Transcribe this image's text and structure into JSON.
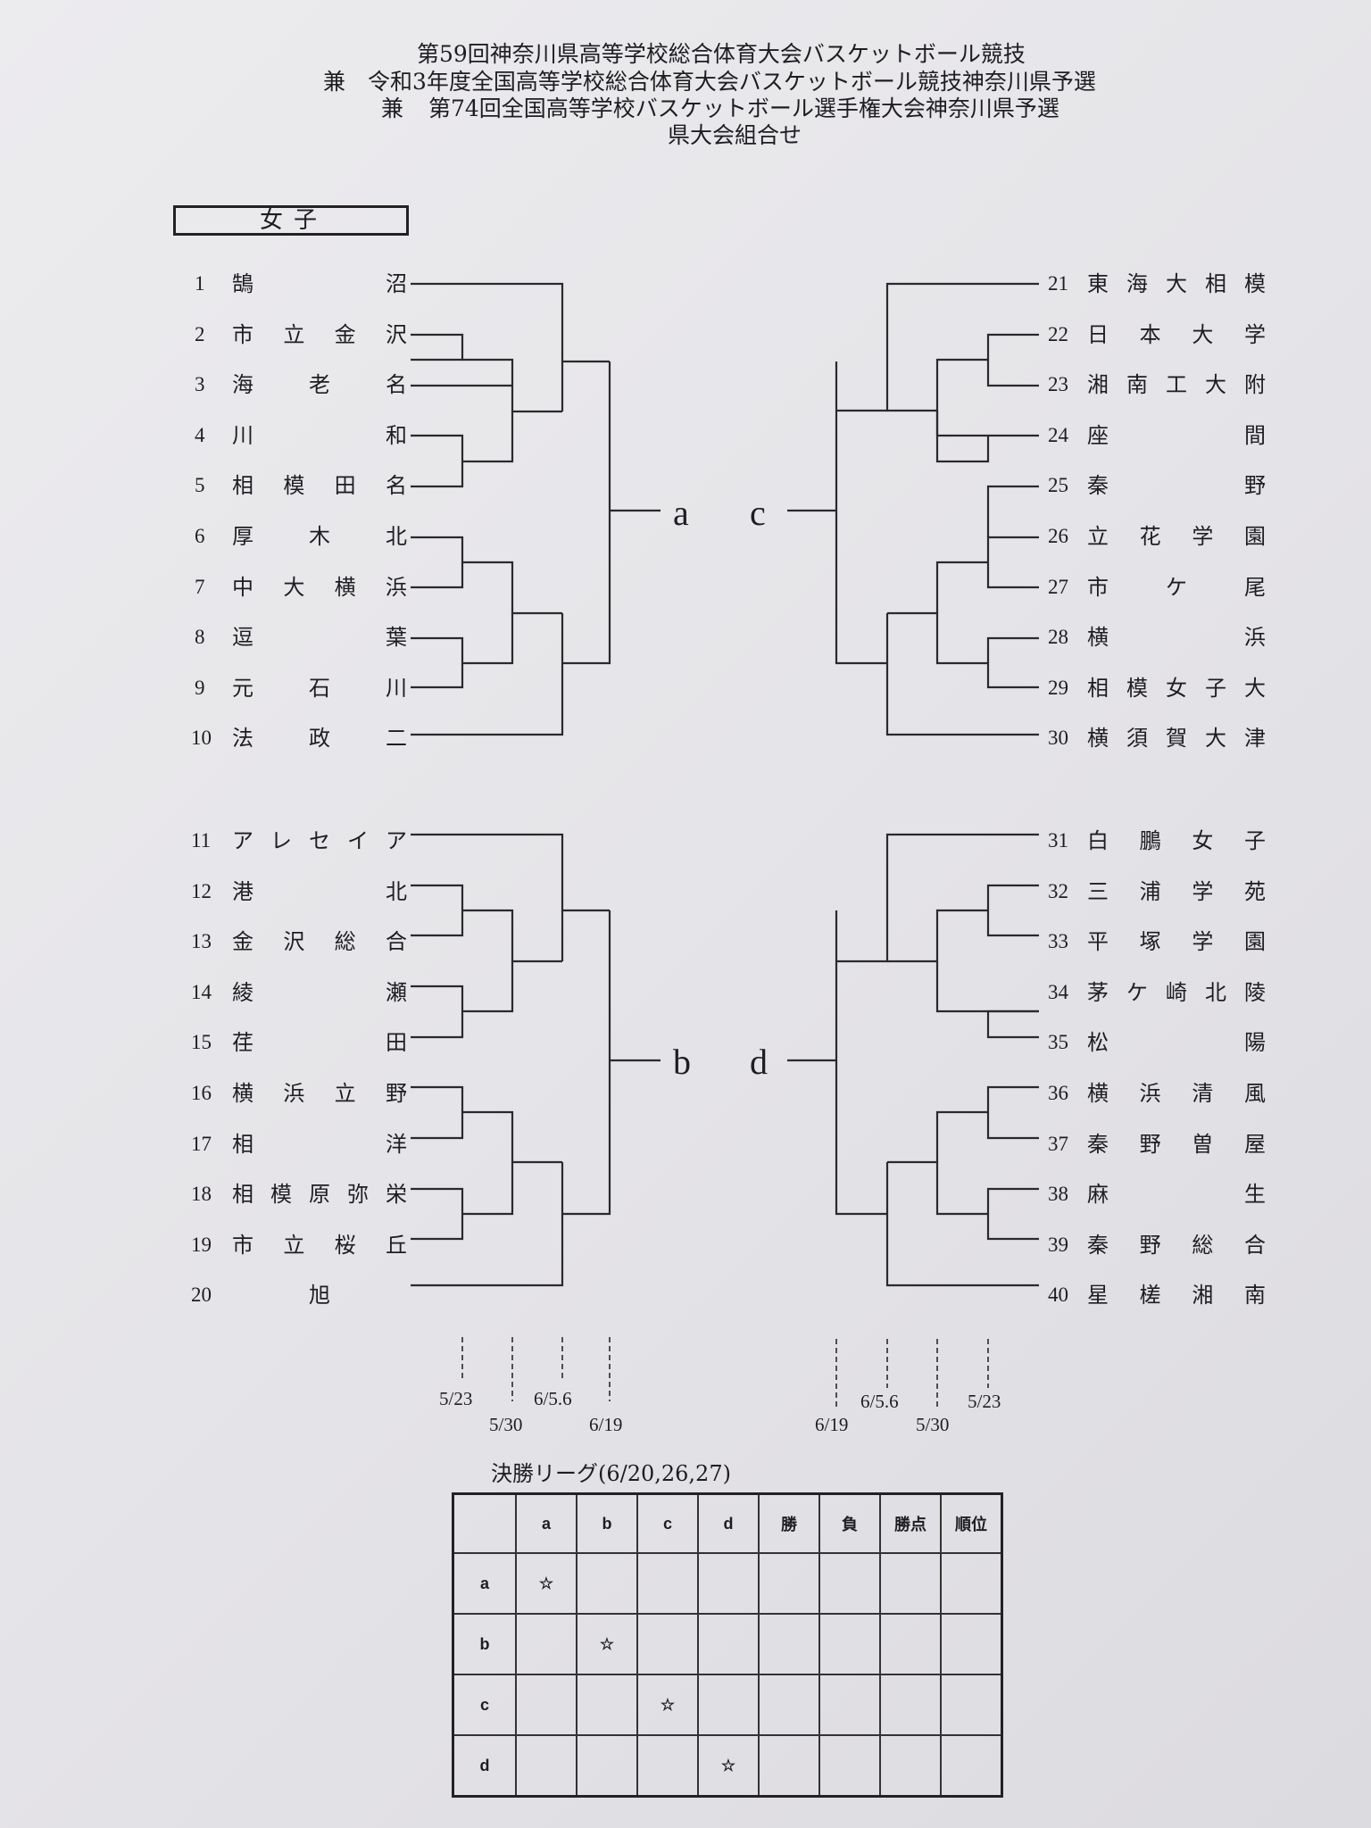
{
  "header": {
    "line1": "第59回神奈川県高等学校総合体育大会バスケットボール競技",
    "line2_prefix": "兼",
    "line2": "令和3年度全国高等学校総合体育大会バスケットボール競技神奈川県予選",
    "line3_prefix": "兼",
    "line3": "第74回全国高等学校バスケットボール選手権大会神奈川県予選",
    "line4": "県大会組合せ"
  },
  "category_label": "女子",
  "groups": {
    "a": "a",
    "b": "b",
    "c": "c",
    "d": "d"
  },
  "teams": [
    {
      "num": "1",
      "name": "鵠沼"
    },
    {
      "num": "2",
      "name": "市立金沢"
    },
    {
      "num": "3",
      "name": "海老名"
    },
    {
      "num": "4",
      "name": "川和"
    },
    {
      "num": "5",
      "name": "相模田名"
    },
    {
      "num": "6",
      "name": "厚木北"
    },
    {
      "num": "7",
      "name": "中大横浜"
    },
    {
      "num": "8",
      "name": "逗葉"
    },
    {
      "num": "9",
      "name": "元石川"
    },
    {
      "num": "10",
      "name": "法政二"
    },
    {
      "num": "11",
      "name": "アレセイア"
    },
    {
      "num": "12",
      "name": "港北"
    },
    {
      "num": "13",
      "name": "金沢総合"
    },
    {
      "num": "14",
      "name": "綾瀬"
    },
    {
      "num": "15",
      "name": "荏田"
    },
    {
      "num": "16",
      "name": "横浜立野"
    },
    {
      "num": "17",
      "name": "相洋"
    },
    {
      "num": "18",
      "name": "相模原弥栄"
    },
    {
      "num": "19",
      "name": "市立桜丘"
    },
    {
      "num": "20",
      "name": "旭"
    },
    {
      "num": "21",
      "name": "東海大相模"
    },
    {
      "num": "22",
      "name": "日本大学"
    },
    {
      "num": "23",
      "name": "湘南工大附"
    },
    {
      "num": "24",
      "name": "座間"
    },
    {
      "num": "25",
      "name": "秦野"
    },
    {
      "num": "26",
      "name": "立花学園"
    },
    {
      "num": "27",
      "name": "市ケ尾"
    },
    {
      "num": "28",
      "name": "横浜"
    },
    {
      "num": "29",
      "name": "相模女子大"
    },
    {
      "num": "30",
      "name": "横須賀大津"
    },
    {
      "num": "31",
      "name": "白鵬女子"
    },
    {
      "num": "32",
      "name": "三浦学苑"
    },
    {
      "num": "33",
      "name": "平塚学園"
    },
    {
      "num": "34",
      "name": "茅ケ崎北陵"
    },
    {
      "num": "35",
      "name": "松陽"
    },
    {
      "num": "36",
      "name": "横浜清風"
    },
    {
      "num": "37",
      "name": "秦野曽屋"
    },
    {
      "num": "38",
      "name": "麻生"
    },
    {
      "num": "39",
      "name": "秦野総合"
    },
    {
      "num": "40",
      "name": "星槎湘南"
    }
  ],
  "dates": {
    "left": [
      "5/23",
      "5/30",
      "6/5.6",
      "6/19"
    ],
    "right": [
      "6/19",
      "6/5.6",
      "5/30",
      "5/23"
    ]
  },
  "league": {
    "title": "決勝リーグ(6/20,26,27)",
    "columns": [
      "a",
      "b",
      "c",
      "d",
      "勝",
      "負",
      "勝点",
      "順位"
    ],
    "rows": [
      "a",
      "b",
      "c",
      "d"
    ],
    "self_mark": "☆"
  }
}
